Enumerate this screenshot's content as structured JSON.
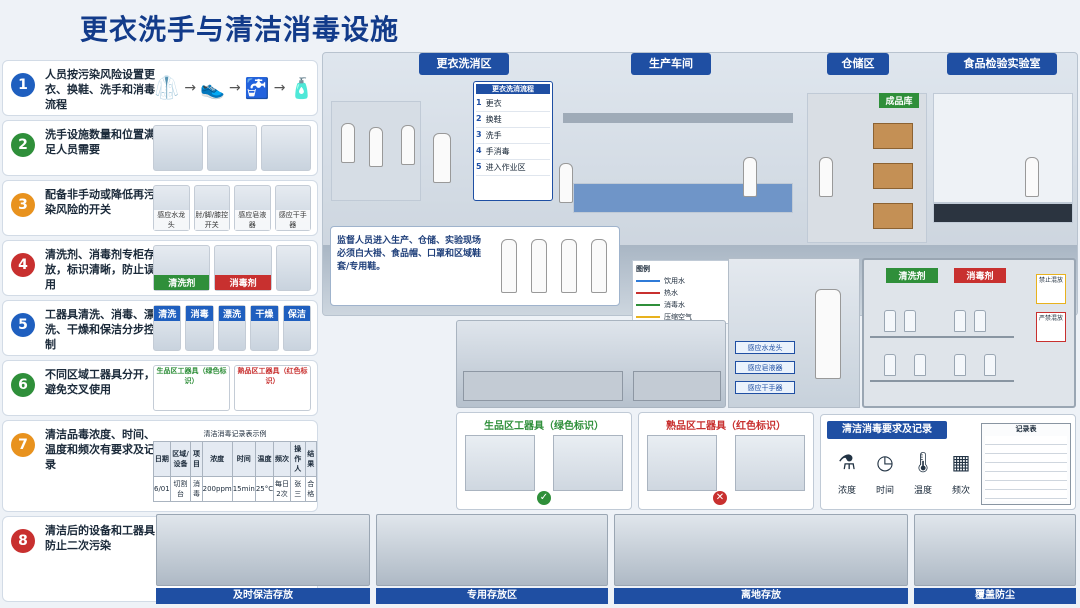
{
  "title": "更衣洗手与清洁消毒设施",
  "steps": [
    {
      "num": "1",
      "color": "#1f5fbf",
      "text": "人员按污染风险设置更衣、换鞋、洗手和消毒流程",
      "icons": [
        "coat-icon",
        "shoe-icon",
        "faucet-icon",
        "bottle-icon"
      ]
    },
    {
      "num": "2",
      "color": "#2f8f3a",
      "text": "洗手设施数量和位置满足人员需要"
    },
    {
      "num": "3",
      "color": "#e8921e",
      "text": "配备非手动或降低再污染风险的开关",
      "captions": [
        "感应水龙头",
        "肘/脚/膝控开关",
        "感应皂液器",
        "感应干手器"
      ]
    },
    {
      "num": "4",
      "color": "#c8302f",
      "text": "清洗剂、消毒剂专柜存放，标识清晰，防止误用",
      "labels": [
        "清洗剂",
        "消毒剂"
      ]
    },
    {
      "num": "5",
      "color": "#1f5fbf",
      "text": "工器具清洗、消毒、漂洗、干燥和保洁分步控制",
      "labels": [
        "清洗",
        "消毒",
        "漂洗",
        "干燥",
        "保洁"
      ]
    },
    {
      "num": "6",
      "color": "#2f8f3a",
      "text": "不同区域工器具分开，避免交叉使用",
      "labels": [
        "生品区工器具（绿色标识）",
        "熟品区工器具（红色标识）"
      ]
    },
    {
      "num": "7",
      "color": "#e8921e",
      "text": "清洁品毒浓度、时间、温度和频次有要求及记录"
    },
    {
      "num": "8",
      "color": "#c8302f",
      "text": "清洁后的设备和工器具防止二次污染"
    }
  ],
  "record_table": {
    "caption": "清洁消毒记录表示例",
    "headers": [
      "日期",
      "区域/设备",
      "项目",
      "浓度",
      "时间",
      "温度",
      "频次",
      "操作人",
      "结果"
    ],
    "row": [
      "6/01",
      "切割台",
      "消毒",
      "200ppm",
      "15min",
      "25°C",
      "每日2次",
      "张三",
      "合格"
    ]
  },
  "zones": [
    "更衣洗消区",
    "生产车间",
    "仓储区",
    "食品检验实验室"
  ],
  "flow": {
    "title": "更衣洗消流程",
    "items": [
      {
        "n": "1",
        "t": "更衣"
      },
      {
        "n": "2",
        "t": "换鞋"
      },
      {
        "n": "3",
        "t": "洗手"
      },
      {
        "n": "4",
        "t": "手消毒"
      },
      {
        "n": "5",
        "t": "进入作业区"
      }
    ]
  },
  "supervisor_note": "监督人员进入生产、仓储、实验现场必须白大褂、食品帽、口罩和区域鞋套/专用鞋。",
  "warehouse_sign": "成品库",
  "legend": {
    "title": "图例",
    "items": [
      {
        "label": "饮用水",
        "color": "#2f7bd8"
      },
      {
        "label": "热水",
        "color": "#c8302f"
      },
      {
        "label": "消毒水",
        "color": "#2f8f3a"
      },
      {
        "label": "压缩空气",
        "color": "#e8b21e"
      }
    ]
  },
  "callouts": [
    "感应水龙头",
    "感应皂液器",
    "感应干手器"
  ],
  "cabinet": {
    "cleaning": "清洗剂",
    "disinfect": "消毒剂",
    "warn1": "禁止混放",
    "warn2": "严禁混放"
  },
  "tools": {
    "raw": "生品区工器具（绿色标识）",
    "cooked": "熟品区工器具（红色标识）"
  },
  "requirements": {
    "title": "清洁消毒要求及记录",
    "items": [
      "浓度",
      "时间",
      "温度",
      "频次"
    ],
    "record_title": "记录表"
  },
  "bottom": [
    "及时保洁存放",
    "专用存放区",
    "离地存放",
    "覆盖防尘"
  ]
}
